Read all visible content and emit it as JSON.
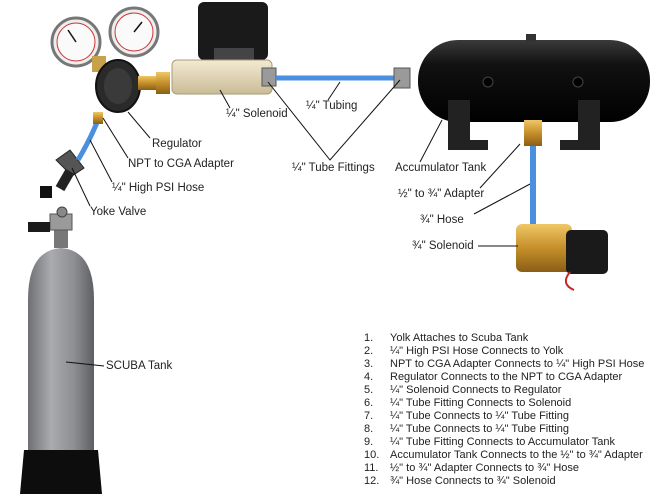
{
  "colors": {
    "tubing": "#4b8fe0",
    "brass": "#d6a340",
    "tank": "#1c1c1c",
    "scuba": "#8e9093"
  },
  "labels": {
    "solenoid_quarter": "¼\" Solenoid",
    "tubing": "¼\" Tubing",
    "regulator": "Regulator",
    "npt_cga": "NPT to CGA Adapter",
    "tube_fittings": "¼\" Tube Fittings",
    "accumulator": "Accumulator Tank",
    "high_psi_hose": "¼\" High PSI Hose",
    "adapter": "½\" to ¾\" Adapter",
    "yoke": "Yoke Valve",
    "hose34": "¾\" Hose",
    "solenoid34": "¾\" Solenoid",
    "scuba": "SCUBA Tank"
  },
  "steps": [
    {
      "num": "1.",
      "text": "Yolk Attaches to Scuba Tank"
    },
    {
      "num": "2.",
      "text": "¼\" High PSI Hose Connects to Yolk"
    },
    {
      "num": "3.",
      "text": "NPT to CGA Adapter Connects to ¼\" High PSI Hose"
    },
    {
      "num": "4.",
      "text": "Regulator Connects to the NPT to CGA Adapter"
    },
    {
      "num": "5.",
      "text": "¼\" Solenoid Connects to Regulator"
    },
    {
      "num": "6.",
      "text": "¼\" Tube Fitting Connects to Solenoid"
    },
    {
      "num": "7.",
      "text": "¼\" Tube Connects to ¼\" Tube Fitting"
    },
    {
      "num": "8.",
      "text": "¼\" Tube Connects to ¼\" Tube Fitting"
    },
    {
      "num": "9.",
      "text": "¼\" Tube Fitting Connects to Accumulator Tank"
    },
    {
      "num": "10.",
      "text": "Accumulator Tank Connects to the ½\" to ¾\" Adapter"
    },
    {
      "num": "11.",
      "text": "½\" to ¾\" Adapter Connects to ¾\" Hose"
    },
    {
      "num": "12.",
      "text": "¾\" Hose Connects to ¾\" Solenoid"
    }
  ]
}
